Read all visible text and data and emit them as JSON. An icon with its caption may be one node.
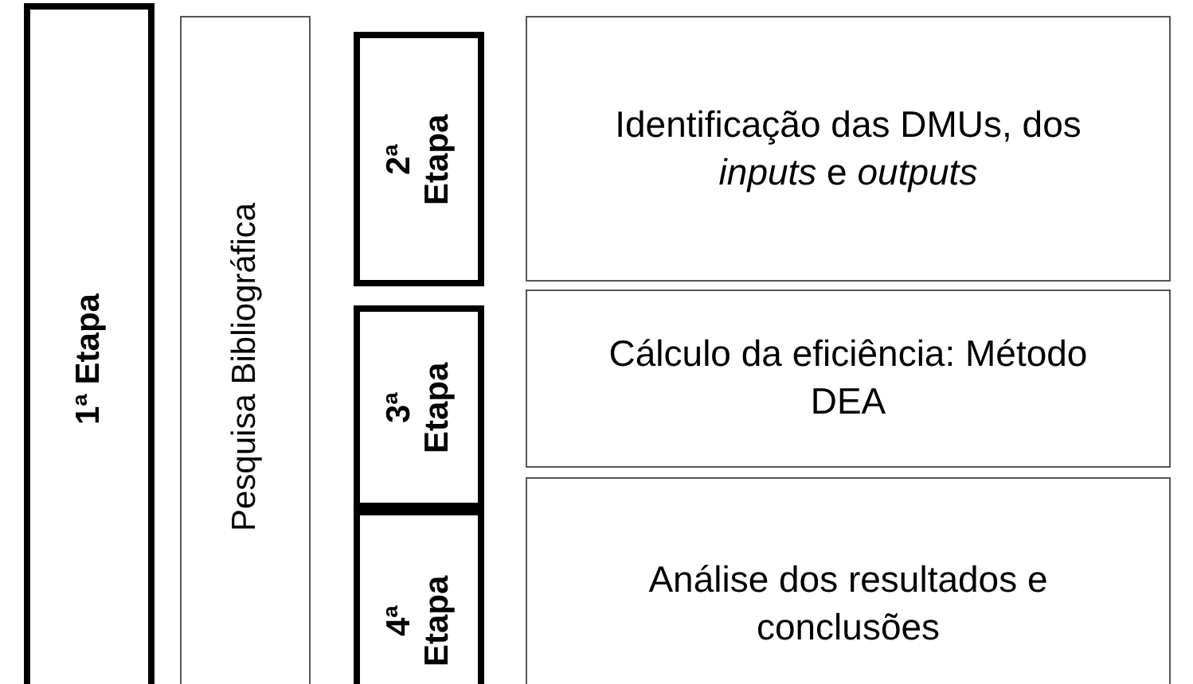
{
  "diagram": {
    "nodes": [
      {
        "text": [
          "1ª Etapa"
        ]
      },
      {
        "text": [
          "Pesquisa Bibliográfica"
        ]
      },
      {
        "text": [
          "2ª Etapa"
        ]
      },
      {
        "text": [
          "Identificação das DMUs, dos *inputs* e *outputs*"
        ]
      },
      {
        "text": [
          "3ª Etapa"
        ]
      },
      {
        "text": [
          "Cálculo da eficiência: Método DEA"
        ]
      },
      {
        "text": [
          "4ª Etapa"
        ]
      },
      {
        "text": [
          "Análise dos resultados e conclusões"
        ]
      }
    ]
  }
}
